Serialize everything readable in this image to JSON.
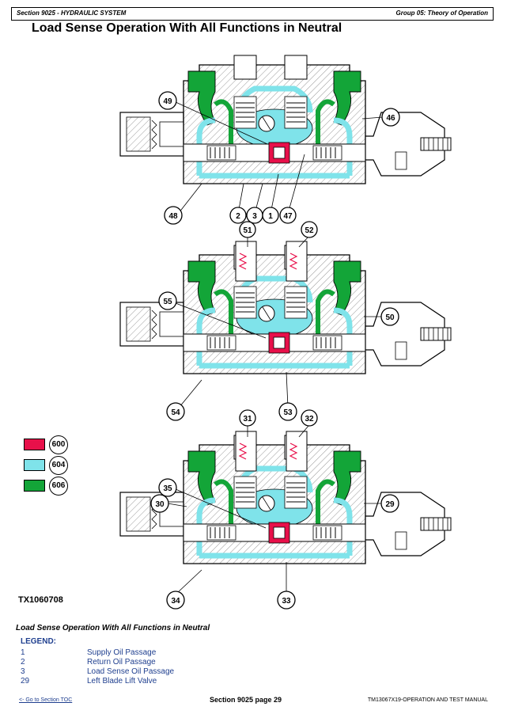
{
  "header": {
    "section": "Section 9025 - HYDRAULIC SYSTEM",
    "group": "Group 05: Theory of Operation"
  },
  "page_title": "Load Sense Operation With All Functions in Neutral",
  "diagram": {
    "callouts_top": [
      "49",
      "46",
      "48",
      "2",
      "3",
      "1",
      "47"
    ],
    "callouts_mid": [
      "51",
      "52",
      "55",
      "50",
      "54",
      "53"
    ],
    "callouts_bot": [
      "31",
      "32",
      "35",
      "30",
      "29",
      "34",
      "33"
    ],
    "colors": {
      "red": "#e8104a",
      "cyan": "#7fe3ea",
      "green": "#13a538",
      "outline": "#000000",
      "body": "#ffffff"
    }
  },
  "swatches": [
    {
      "num": "600",
      "color": "#e8104a"
    },
    {
      "num": "604",
      "color": "#7fe3ea"
    },
    {
      "num": "606",
      "color": "#13a538"
    }
  ],
  "figure_id": "TX1060708",
  "caption": "Load Sense Operation With All Functions in Neutral",
  "legend": {
    "heading": "LEGEND:",
    "items": [
      {
        "num": "1",
        "text": "Supply Oil Passage"
      },
      {
        "num": "2",
        "text": "Return Oil Passage"
      },
      {
        "num": "3",
        "text": "Load Sense Oil Passage"
      },
      {
        "num": "29",
        "text": "Left Blade Lift Valve"
      }
    ]
  },
  "footer": {
    "link": "<- Go to Section TOC",
    "center": "Section 9025 page 29",
    "right": "TM13067X19-OPERATION AND TEST MANUAL"
  }
}
